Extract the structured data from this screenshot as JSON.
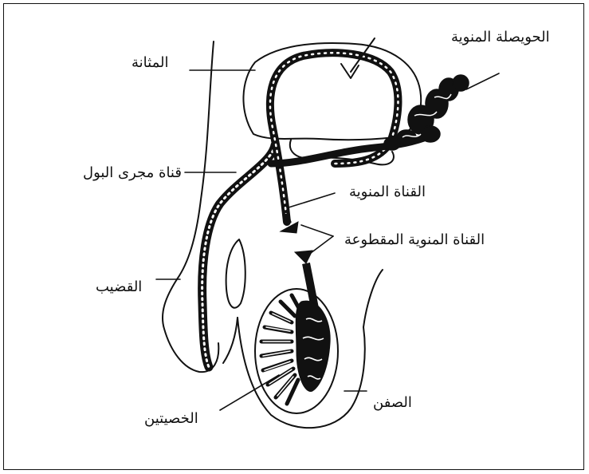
{
  "labels": {
    "seminal_vesicle": "الحويصلة المنوية",
    "bladder": "المثانة",
    "urethra": "قناة مجرى البول",
    "vas_deferens": "القناة المنوية",
    "cut_vas_deferens": "القناة المنوية المقطوعة",
    "penis": "القضيب",
    "scrotum": "الصفن",
    "testis": "الخصيتين"
  }
}
